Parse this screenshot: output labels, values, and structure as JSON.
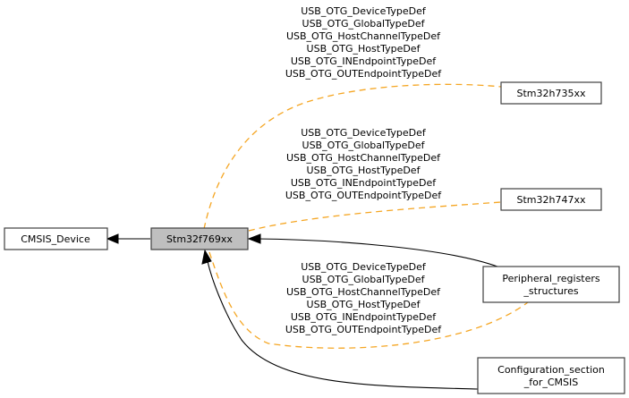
{
  "diagram": {
    "nodes": {
      "cmsis_device": "CMSIS_Device",
      "current": "Stm32f769xx",
      "h735": "Stm32h735xx",
      "h747": "Stm32h747xx",
      "periph": [
        "Peripheral_registers",
        "_structures"
      ],
      "config": [
        "Configuration_section",
        "_for_CMSIS"
      ]
    },
    "edge_labels": {
      "h735": [
        "USB_OTG_DeviceTypeDef",
        "USB_OTG_GlobalTypeDef",
        "USB_OTG_HostChannelTypeDef",
        "USB_OTG_HostTypeDef",
        "USB_OTG_INEndpointTypeDef",
        "USB_OTG_OUTEndpointTypeDef"
      ],
      "h747": [
        "USB_OTG_DeviceTypeDef",
        "USB_OTG_GlobalTypeDef",
        "USB_OTG_HostChannelTypeDef",
        "USB_OTG_HostTypeDef",
        "USB_OTG_INEndpointTypeDef",
        "USB_OTG_OUTEndpointTypeDef"
      ],
      "periph": [
        "USB_OTG_DeviceTypeDef",
        "USB_OTG_GlobalTypeDef",
        "USB_OTG_HostChannelTypeDef",
        "USB_OTG_HostTypeDef",
        "USB_OTG_INEndpointTypeDef",
        "USB_OTG_OUTEndpointTypeDef"
      ]
    },
    "colors": {
      "current_fill": "#bfbfbf",
      "dashed_edge": "#f5a623",
      "solid_edge": "#000000"
    }
  }
}
